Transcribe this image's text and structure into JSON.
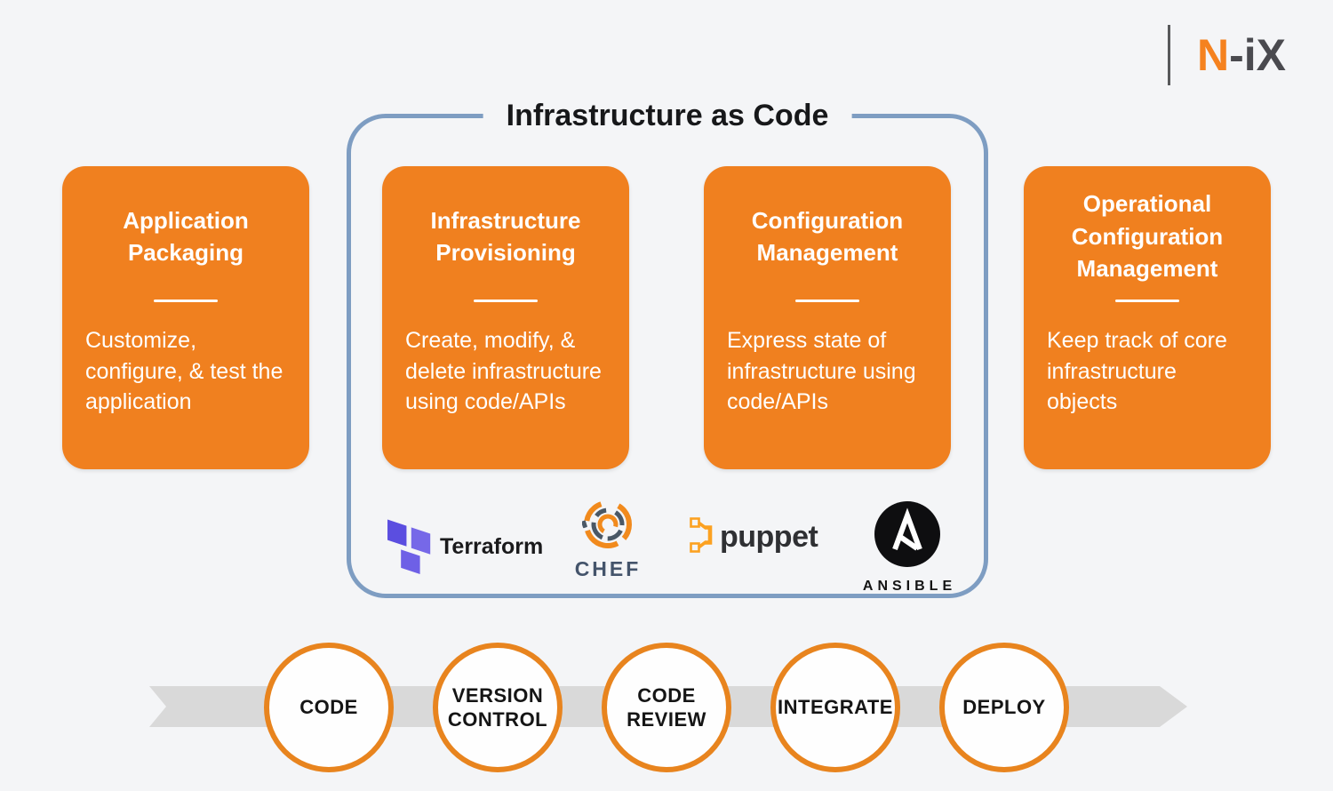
{
  "brand": {
    "accent": "N",
    "rest": "-iX"
  },
  "title": "Infrastructure as Code",
  "cards": [
    {
      "title": "Application Packaging",
      "body": "Customize, configure, & test the application"
    },
    {
      "title": "Infrastructure Provisioning",
      "body": "Create, modify, & delete infrastructure using code/APIs"
    },
    {
      "title": "Configuration Management",
      "body": "Express state of infrastructure using code/APIs"
    },
    {
      "title": "Operational Configuration Management",
      "body": "Keep track of core infrastructure objects"
    }
  ],
  "tools": {
    "terraform": "Terraform",
    "chef": "CHEF",
    "puppet": "puppet",
    "ansible": "ANSIBLE"
  },
  "pipeline": [
    "CODE",
    "VERSION CONTROL",
    "CODE REVIEW",
    "INTEGRATE",
    "DEPLOY"
  ],
  "colors": {
    "background": "#F4F5F7",
    "card_orange": "#F0801F",
    "container_border": "#7E9DC2",
    "band_gray": "#D9D9D9",
    "circle_border": "#E8841E",
    "brand_orange": "#F5821F",
    "brand_gray": "#4A4A4F",
    "terraform_purple": "#5C4EE5",
    "chef_orange": "#F18A1D",
    "chef_slate": "#44546B",
    "puppet_amber": "#FCA121",
    "ansible_black": "#0E0E10"
  }
}
